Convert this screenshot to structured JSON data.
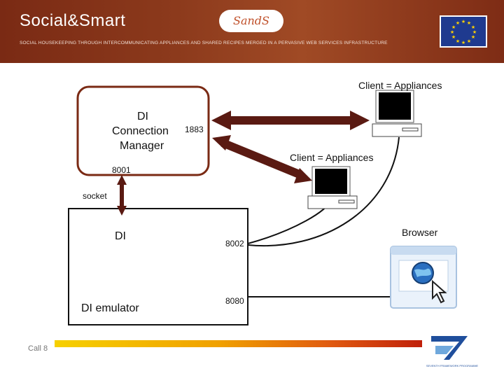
{
  "header": {
    "brand": "Social&Smart",
    "tagline": "SOCIAL HOUSEKEEPING THROUGH INTERCOMMUNICATING APPLIANCES AND SHARED RECIPES MERGED IN A PERVASIVE WEB SERVICES INFRASTRUCTURE",
    "logo_text": "SandS"
  },
  "diagram": {
    "connection_manager": {
      "line1": "DI",
      "line2": "Connection",
      "line3": "Manager"
    },
    "port_1883": "1883",
    "port_8001": "8001",
    "socket_label": "socket",
    "di_label": "DI",
    "emulator_label": "DI emulator",
    "port_8002": "8002",
    "port_8080": "8080",
    "client_top": "Client = Appliances",
    "client_mid": "Client = Appliances",
    "browser_label": "Browser"
  },
  "footer": {
    "call_label": "Call 8",
    "fp7_text": "SEVENTH FRAMEWORK PROGRAMME"
  },
  "colors": {
    "header_brown": "#8c3a1c",
    "arrow_brown": "#5a1a12",
    "box_border": "#7a2a14"
  }
}
